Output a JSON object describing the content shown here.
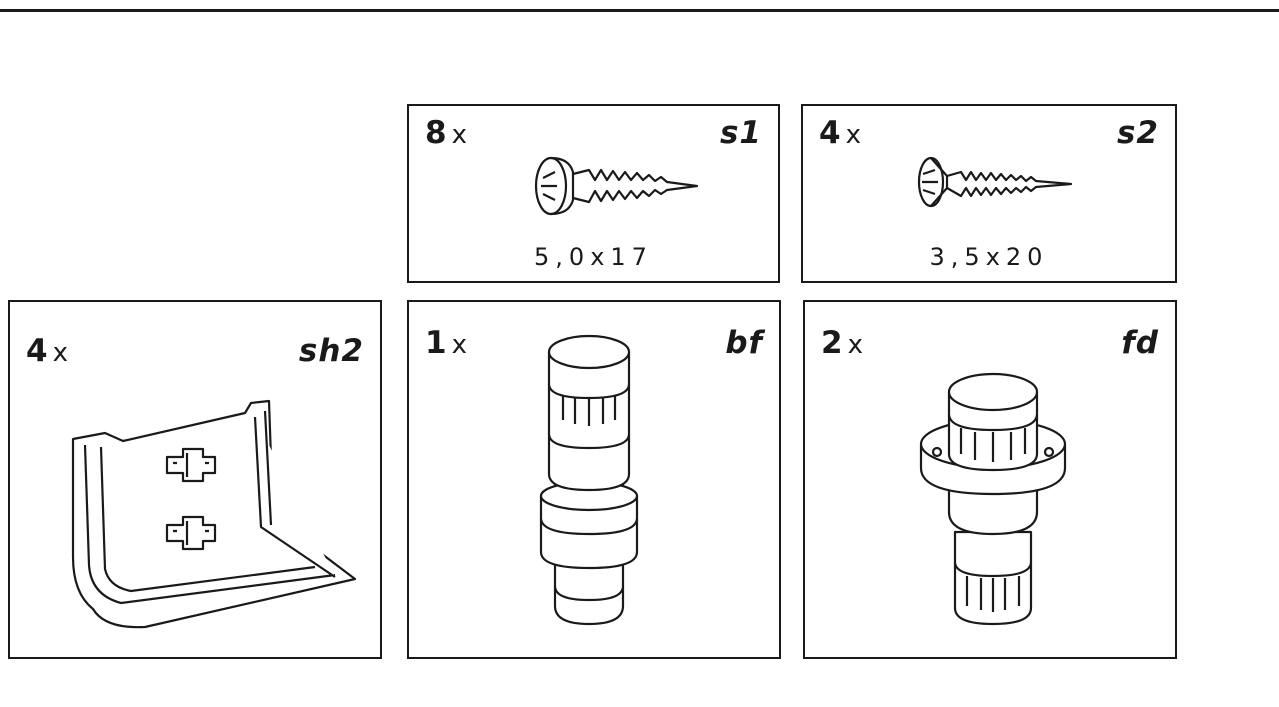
{
  "panels": {
    "s1": {
      "qty": "8",
      "x": "x",
      "code": "s1",
      "dim": "5,0x17"
    },
    "s2": {
      "qty": "4",
      "x": "x",
      "code": "s2",
      "dim": "3,5x20"
    },
    "sh2": {
      "qty": "4",
      "x": "x",
      "code": "sh2"
    },
    "bf": {
      "qty": "1",
      "x": "x",
      "code": "bf"
    },
    "fd": {
      "qty": "2",
      "x": "x",
      "code": "fd"
    }
  }
}
